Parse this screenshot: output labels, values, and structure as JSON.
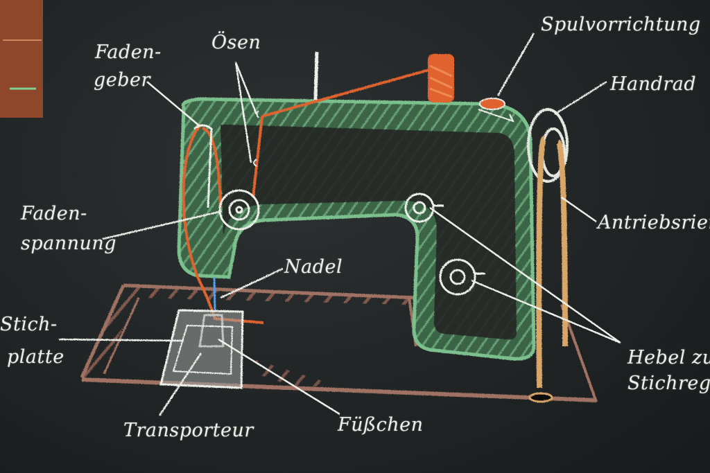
{
  "labels": {
    "faden_geber_1": "Faden-",
    "faden_geber_2": "geber",
    "oesen": "Ösen",
    "spulvorrichtung": "Spulvorrichtung",
    "handrad": "Handrad",
    "faden_spannung_1": "Faden-",
    "faden_spannung_2": "spannung",
    "antriebsriemen": "Antriebsriem",
    "nadel": "Nadel",
    "stichplatte_1": "Stich-",
    "stichplatte_2": "platte",
    "hebel_1": "Hebel zu",
    "hebel_2": "Stichregu",
    "transporteur": "Transporteur",
    "fuesschen": "Füßchen"
  },
  "colors": {
    "board": "#202424",
    "chalk_white": "#eef0ea",
    "chalk_green": "#5f9e6e",
    "chalk_orange": "#e0622e",
    "chalk_brown": "#9a6a5c",
    "chalk_tan": "#d9a66a"
  }
}
